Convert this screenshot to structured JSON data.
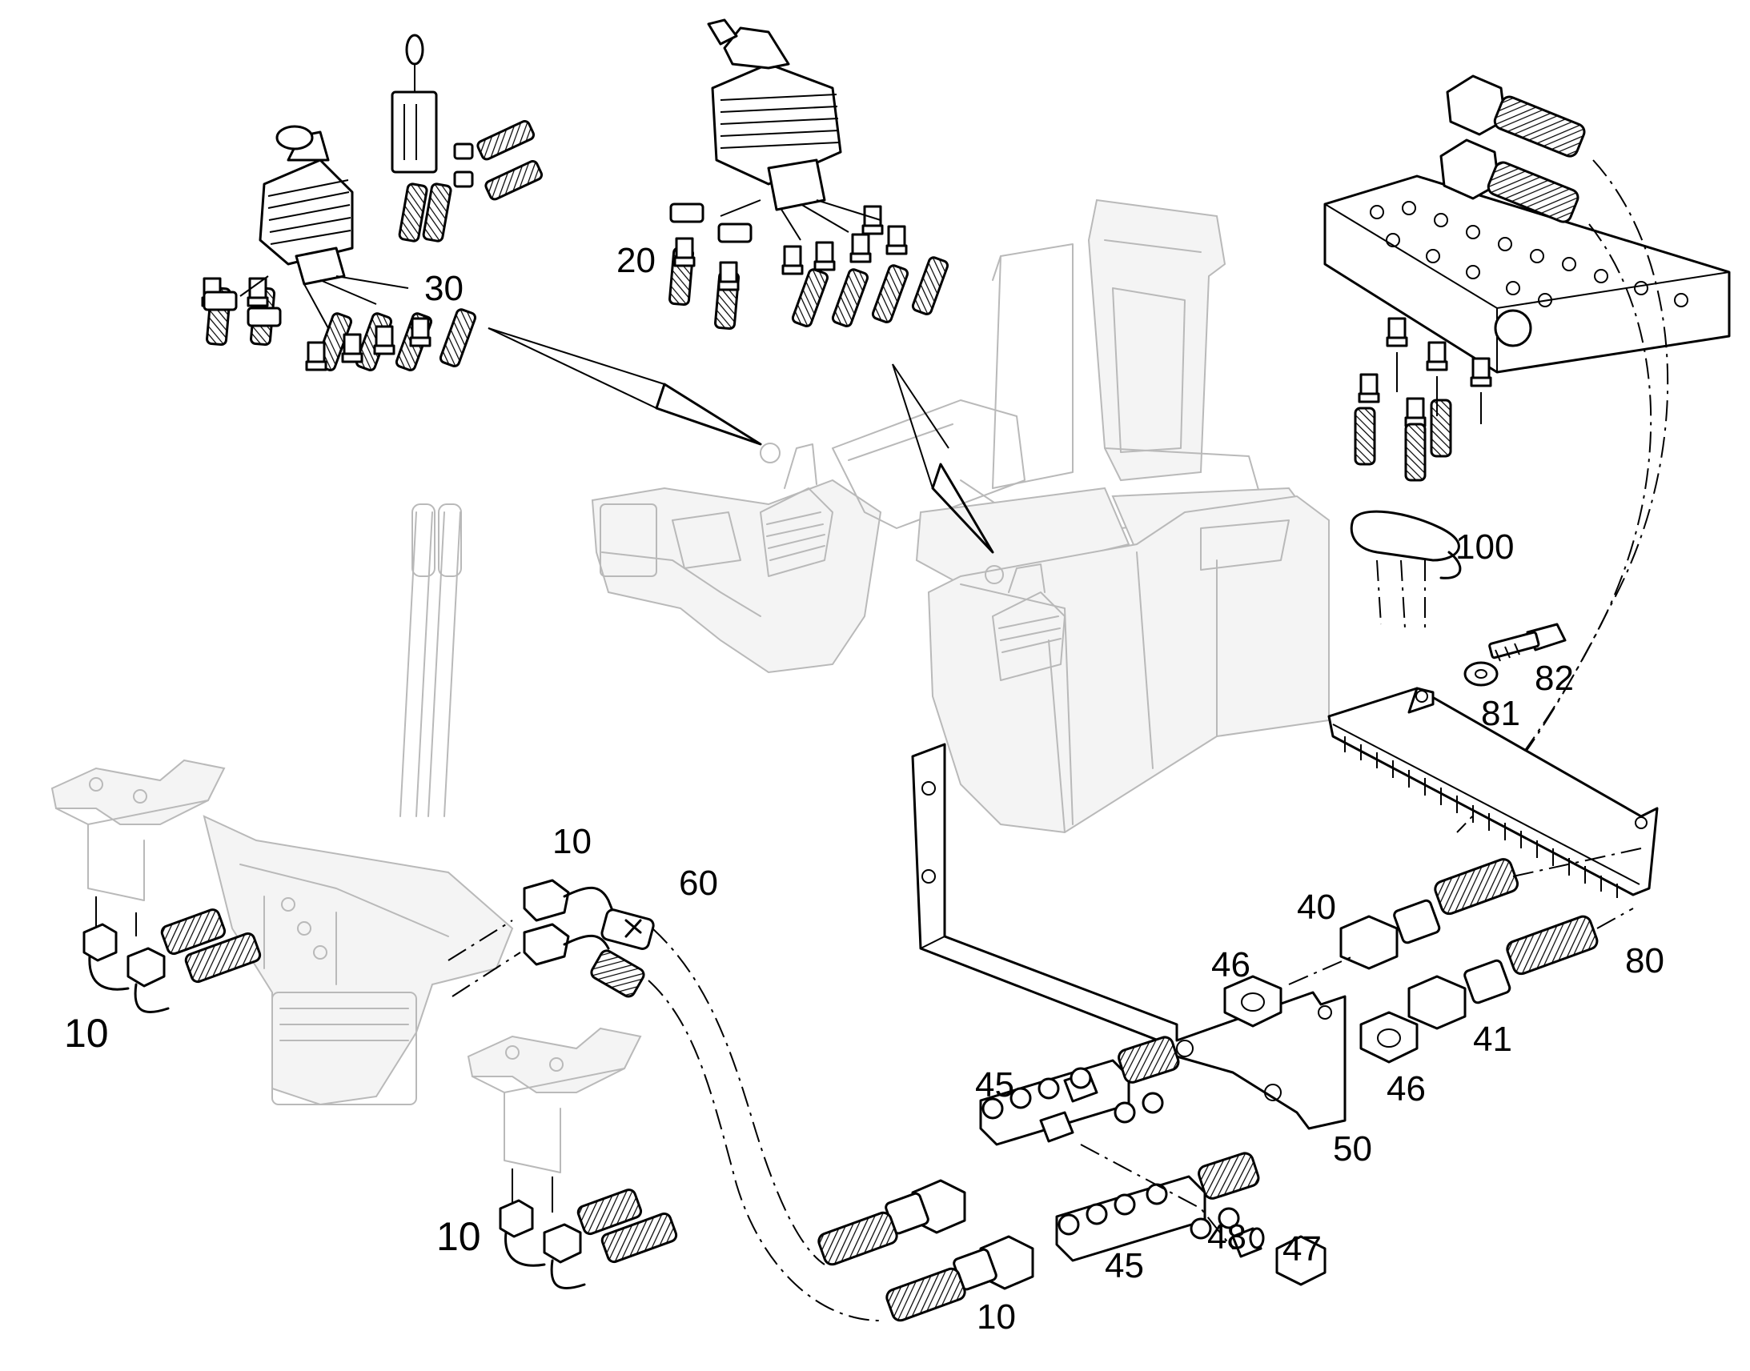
{
  "callouts": {
    "c10_top": "10",
    "c60": "60",
    "c10_left": "10",
    "c10_pedal": "10",
    "c10_bottom": "10",
    "c20": "20",
    "c30": "30",
    "c100": "100",
    "c82": "82",
    "c81": "81",
    "c40": "40",
    "c41": "41",
    "c46_top": "46",
    "c46_bottom": "46",
    "c45_top": "45",
    "c45_bottom": "45",
    "c50": "50",
    "c48": "48",
    "c47": "47",
    "c80": "80"
  },
  "icons": {
    "joystick": "joystick-icon",
    "seat": "operator-seat-icon",
    "pedal": "foot-pedal-icon",
    "valve_block": "valve-block-icon",
    "manifold": "manifold-icon",
    "bracket": "bracket-icon",
    "hose": "hose-icon",
    "fitting": "fitting-icon",
    "arrow": "pointer-arrow-icon"
  },
  "colors": {
    "line": "#000000",
    "ghost_line": "#b9b9b9",
    "background": "#ffffff"
  }
}
